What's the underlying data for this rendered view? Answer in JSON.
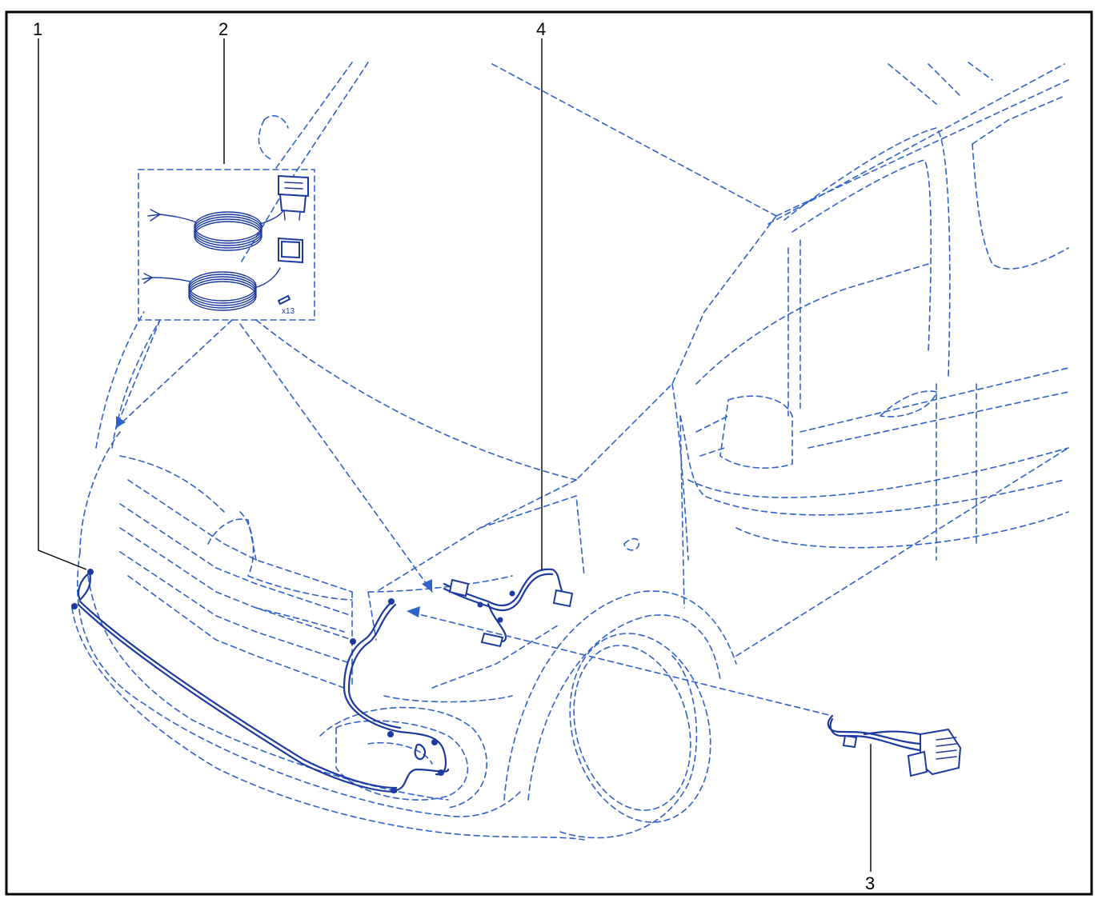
{
  "diagram": {
    "callouts": [
      {
        "id": "1",
        "label": "1"
      },
      {
        "id": "2",
        "label": "2"
      },
      {
        "id": "3",
        "label": "3"
      },
      {
        "id": "4",
        "label": "4"
      }
    ],
    "inset_quantity": "x13"
  },
  "colors": {
    "outline_dashed": "#2f63c9",
    "part_line": "#1c3aa0",
    "frame": "#000000",
    "background": "#ffffff"
  }
}
